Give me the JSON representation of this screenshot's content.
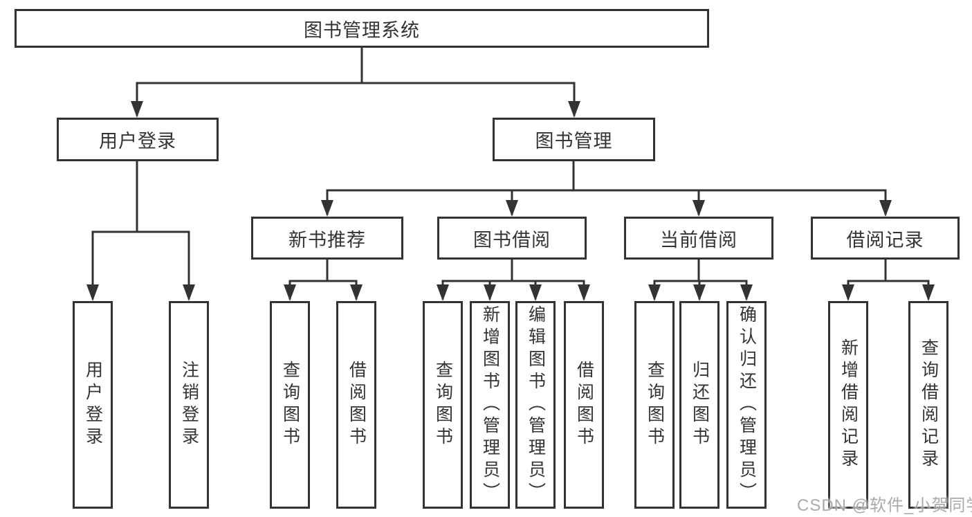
{
  "diagram": {
    "root": {
      "label": "图书管理系统"
    },
    "level2": [
      {
        "id": "user-login",
        "label": "用户登录"
      },
      {
        "id": "book-management",
        "label": "图书管理"
      }
    ],
    "level3": [
      {
        "id": "new-book-recommend",
        "label": "新书推荐",
        "parent": "图书管理"
      },
      {
        "id": "book-borrowing",
        "label": "图书借阅",
        "parent": "图书管理"
      },
      {
        "id": "current-borrowing",
        "label": "当前借阅",
        "parent": "图书管理"
      },
      {
        "id": "borrowing-records",
        "label": "借阅记录",
        "parent": "图书管理"
      }
    ],
    "leaves": [
      {
        "label": "用户登录",
        "parent": "用户登录"
      },
      {
        "label": "注销登录",
        "parent": "用户登录"
      },
      {
        "label": "查询图书",
        "parent": "新书推荐"
      },
      {
        "label": "借阅图书",
        "parent": "新书推荐"
      },
      {
        "label": "查询图书",
        "parent": "图书借阅"
      },
      {
        "label": "新增图书（管理员）",
        "parent": "图书借阅"
      },
      {
        "label": "编辑图书（管理员）",
        "parent": "图书借阅"
      },
      {
        "label": "借阅图书",
        "parent": "图书借阅"
      },
      {
        "label": "查询图书",
        "parent": "当前借阅"
      },
      {
        "label": "归还图书",
        "parent": "当前借阅"
      },
      {
        "label": "确认归还（管理员）",
        "parent": "当前借阅"
      },
      {
        "label": "新增借阅记录",
        "parent": "借阅记录"
      },
      {
        "label": "查询借阅记录",
        "parent": "借阅记录"
      }
    ]
  },
  "watermark": {
    "text": "CSDN @软件_小贺同学"
  },
  "colors": {
    "line": "#333333",
    "border": "#333333",
    "text": "#333333",
    "box_fill": "#ffffff",
    "background": "#ffffff",
    "watermark": "#9b9b9b"
  }
}
